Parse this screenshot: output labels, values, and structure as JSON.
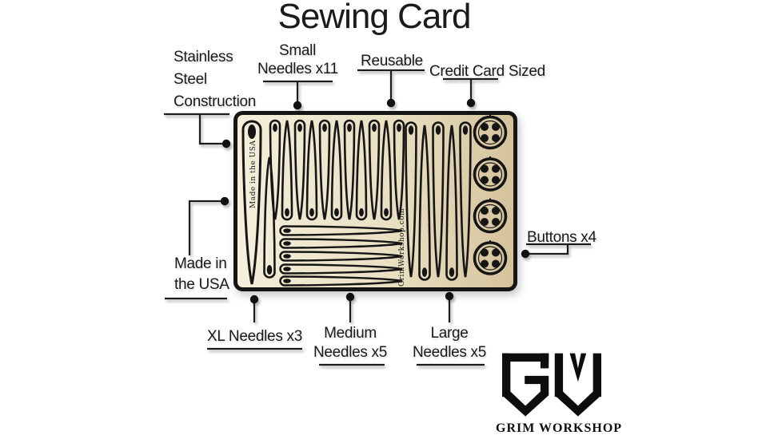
{
  "title": "Sewing Card",
  "colors": {
    "card_cream": "#f4efdb",
    "card_mid": "#e9e0c3",
    "card_tan": "#d5c29b",
    "ink": "#151515"
  },
  "annotations": {
    "stainless": {
      "line1": "Stainless",
      "line2": "Steel",
      "line3": "Construction"
    },
    "small": {
      "line1": "Small",
      "line2": "Needles x11"
    },
    "reusable": {
      "label": "Reusable"
    },
    "credit": {
      "label": "Credit Card Sized"
    },
    "made_usa": {
      "line1": "Made in",
      "line2": "the USA"
    },
    "buttons": {
      "label": "Buttons x4"
    },
    "xl": {
      "label": "XL Needles x3"
    },
    "medium": {
      "line1": "Medium",
      "line2": "Needles x5"
    },
    "large": {
      "line1": "Large",
      "line2": "Needles x5"
    }
  },
  "card": {
    "made_in_text": "Made in the USA",
    "website_text": "GrimWorkshop.com",
    "contents": {
      "xl_needles": 3,
      "small_needles": 11,
      "medium_needles": 5,
      "large_needles": 5,
      "buttons": 4
    }
  },
  "logo": {
    "caption": "GRIM WORKSHOP"
  }
}
